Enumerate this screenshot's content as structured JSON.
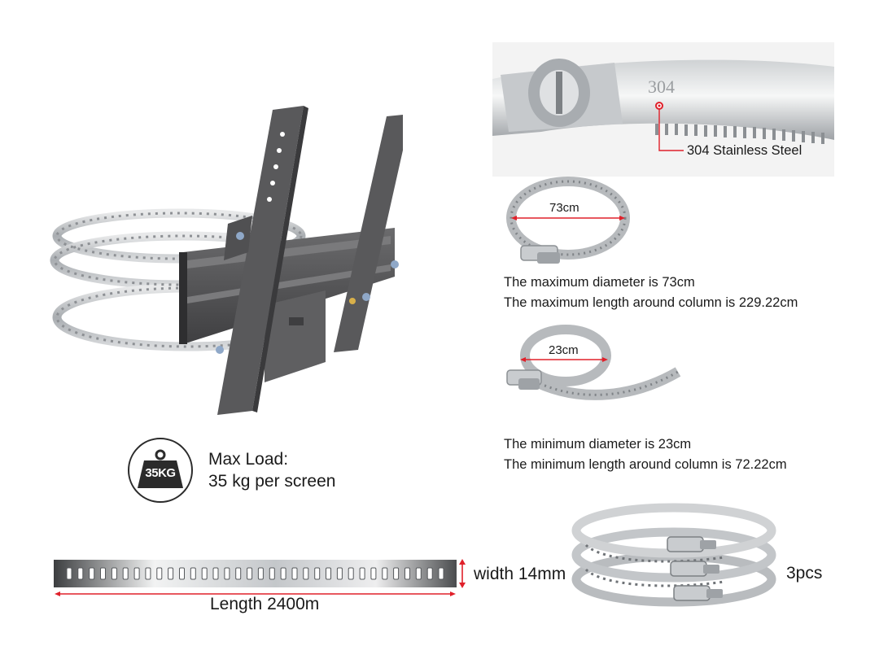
{
  "closeup": {
    "stamp_text": "304",
    "material_label": "304 Stainless Steel"
  },
  "max_clamp": {
    "diameter_label": "73cm",
    "line1": "The maximum diameter is 73cm",
    "line2": "The maximum length around column is 229.22cm"
  },
  "min_clamp": {
    "diameter_label": "23cm",
    "line1": "The minimum diameter is 23cm",
    "line2": "The minimum length around column is 72.22cm"
  },
  "load": {
    "badge_text": "35KG",
    "title": "Max Load:",
    "subtitle": "35 kg per screen"
  },
  "strap": {
    "width_label": "width 14mm",
    "length_label": "Length 2400m",
    "slot_count": 34
  },
  "set": {
    "quantity_label": "3pcs"
  },
  "colors": {
    "bracket": "#5a5a5c",
    "steel": "#b9bcbf",
    "accent_red": "#e0202a",
    "badge_dark": "#2b2b2b"
  }
}
